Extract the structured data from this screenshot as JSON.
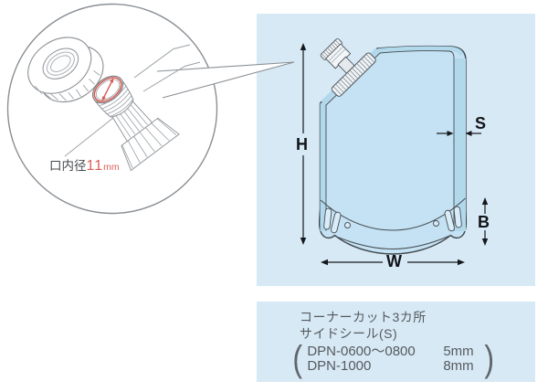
{
  "magnifier": {
    "label_prefix": "口内径",
    "value": "11",
    "unit": "mm"
  },
  "diagram": {
    "labels": {
      "height": "H",
      "width": "W",
      "side_seal": "S",
      "bottom": "B"
    }
  },
  "notes": {
    "line1": "コーナーカット3カ所",
    "line2": "サイドシール(S)",
    "paren_open": "(",
    "paren_close": ")",
    "rows": [
      {
        "model": "DPN-0600〜0800",
        "value": "5mm"
      },
      {
        "model": "DPN-1000",
        "value": "8mm"
      }
    ]
  },
  "colors": {
    "panel_bg": "#d7e9f5",
    "pouch_fill": "#c4e2f3",
    "seal_fill": "#b2d8ec",
    "outline": "#3e444a",
    "dimension": "#15181b",
    "note_text": "#565a5f",
    "accent_red": "#dc5f58"
  }
}
